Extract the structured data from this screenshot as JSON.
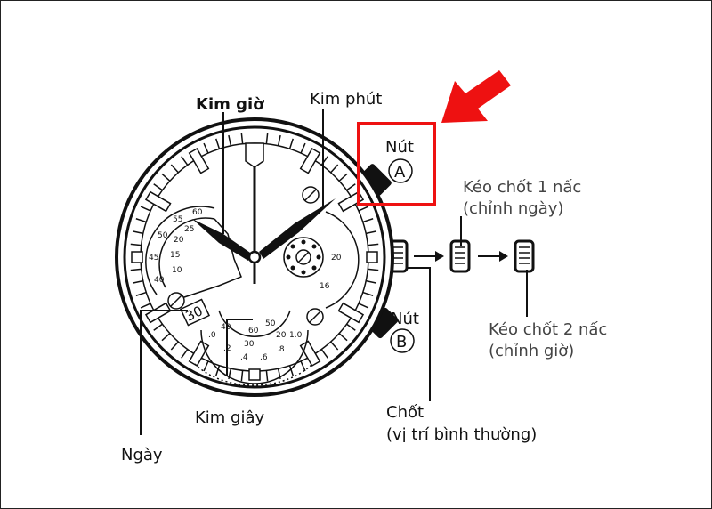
{
  "labels": {
    "hour_hand": "Kim giờ",
    "minute_hand": "Kim phút",
    "button_a_title": "Nút",
    "button_a_letter": "A",
    "button_b_title": "Nút",
    "button_b_letter": "B",
    "pull_one_line1": "Kéo chốt 1 nấc",
    "pull_one_line2": "(chỉnh ngày)",
    "pull_two_line1": "Kéo chốt 2 nấc",
    "pull_two_line2": "(chỉnh giờ)",
    "crown_line1": "Chốt",
    "crown_line2": "(vị trí bình thường)",
    "second_hand": "Kim giây",
    "date": "Ngày"
  },
  "dial": {
    "date_window": "30",
    "left_sub_outer": [
      "60",
      "55",
      "50",
      "45",
      "40"
    ],
    "left_sub_inner": [
      "25",
      "20",
      "15",
      "10"
    ],
    "right_sub": [
      "20",
      "16"
    ],
    "bottom_sub_inner": [
      "40",
      "60",
      "50",
      "20",
      "30"
    ],
    "bottom_sub_outer": [
      ".0",
      ".2",
      ".4",
      ".6",
      ".8",
      "1.0"
    ]
  },
  "colors": {
    "highlight": "#ee1111",
    "ink": "#111111",
    "callout_text": "#444444"
  }
}
